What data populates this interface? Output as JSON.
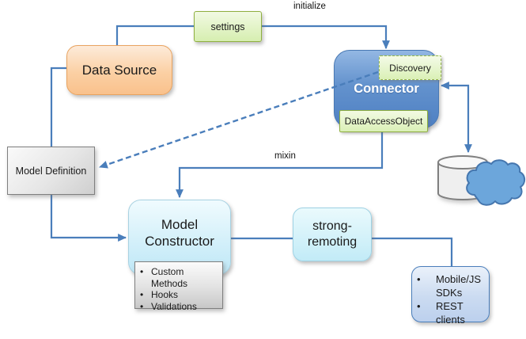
{
  "diagram": {
    "background": "#FFFFFF",
    "colors": {
      "connector_line": "#4A7EBB",
      "connector_fill": "#5586C6",
      "green_chip_border": "#8FAF3F",
      "orange_fill": "#FAC896",
      "cyan_fill": "#C9EFF9",
      "gray_fill": "#D9D9D9",
      "cloud_fill": "#6CA6DB"
    },
    "labels": {
      "initialize": "initialize",
      "mixin": "mixin"
    },
    "nodes": {
      "settings": {
        "label": "settings"
      },
      "data_source": {
        "label": "Data Source"
      },
      "connector": {
        "label": "Connector"
      },
      "discovery": {
        "label": "Discovery"
      },
      "data_access_object": {
        "label": "DataAccessObject"
      },
      "model_definition": {
        "label": "Model Definition"
      },
      "model_constructor": {
        "lines": [
          "Model",
          "Constructor"
        ]
      },
      "model_features": {
        "items": [
          "Custom Methods",
          "Hooks",
          "Validations"
        ]
      },
      "strong_remoting": {
        "lines": [
          "strong-",
          "remoting"
        ]
      },
      "clients": {
        "items": [
          "Mobile/JS SDKs",
          "REST clients"
        ]
      }
    }
  }
}
